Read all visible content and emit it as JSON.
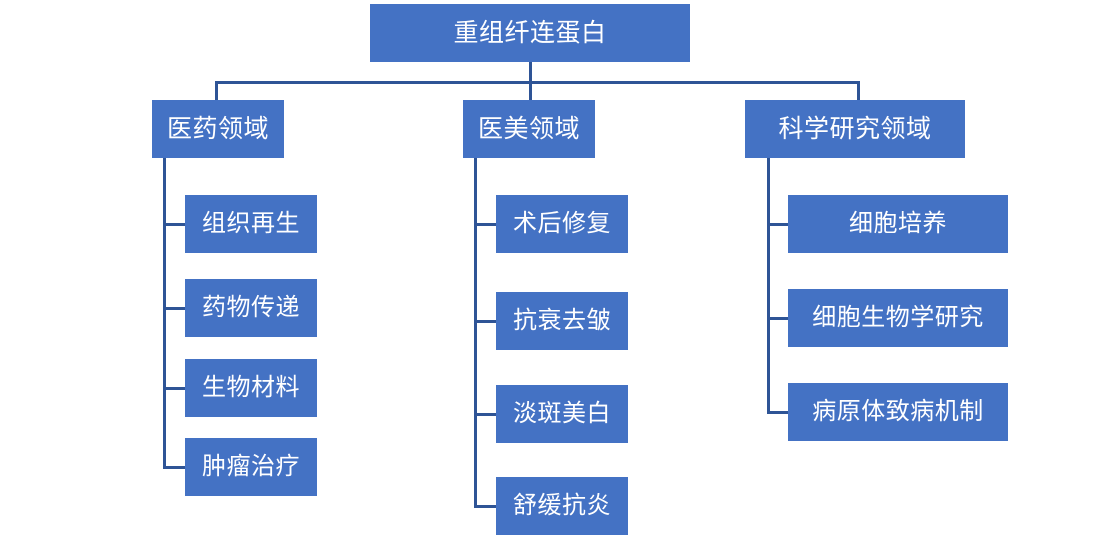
{
  "diagram": {
    "title": "重组纤连蛋白",
    "colors": {
      "node_fill": "#4472C4",
      "node_text": "#FFFFFF",
      "connector": "#2E5496",
      "background": "#FFFFFF"
    },
    "root": {
      "label": "重组纤连蛋白"
    },
    "branches": [
      {
        "label": "医药领域",
        "children": [
          {
            "label": "组织再生"
          },
          {
            "label": "药物传递"
          },
          {
            "label": "生物材料"
          },
          {
            "label": "肿瘤治疗"
          }
        ]
      },
      {
        "label": "医美领域",
        "children": [
          {
            "label": "术后修复"
          },
          {
            "label": "抗衰去皱"
          },
          {
            "label": "淡斑美白"
          },
          {
            "label": "舒缓抗炎"
          }
        ]
      },
      {
        "label": "科学研究领域",
        "children": [
          {
            "label": "细胞培养"
          },
          {
            "label": "细胞生物学研究"
          },
          {
            "label": "病原体致病机制"
          }
        ]
      }
    ]
  }
}
